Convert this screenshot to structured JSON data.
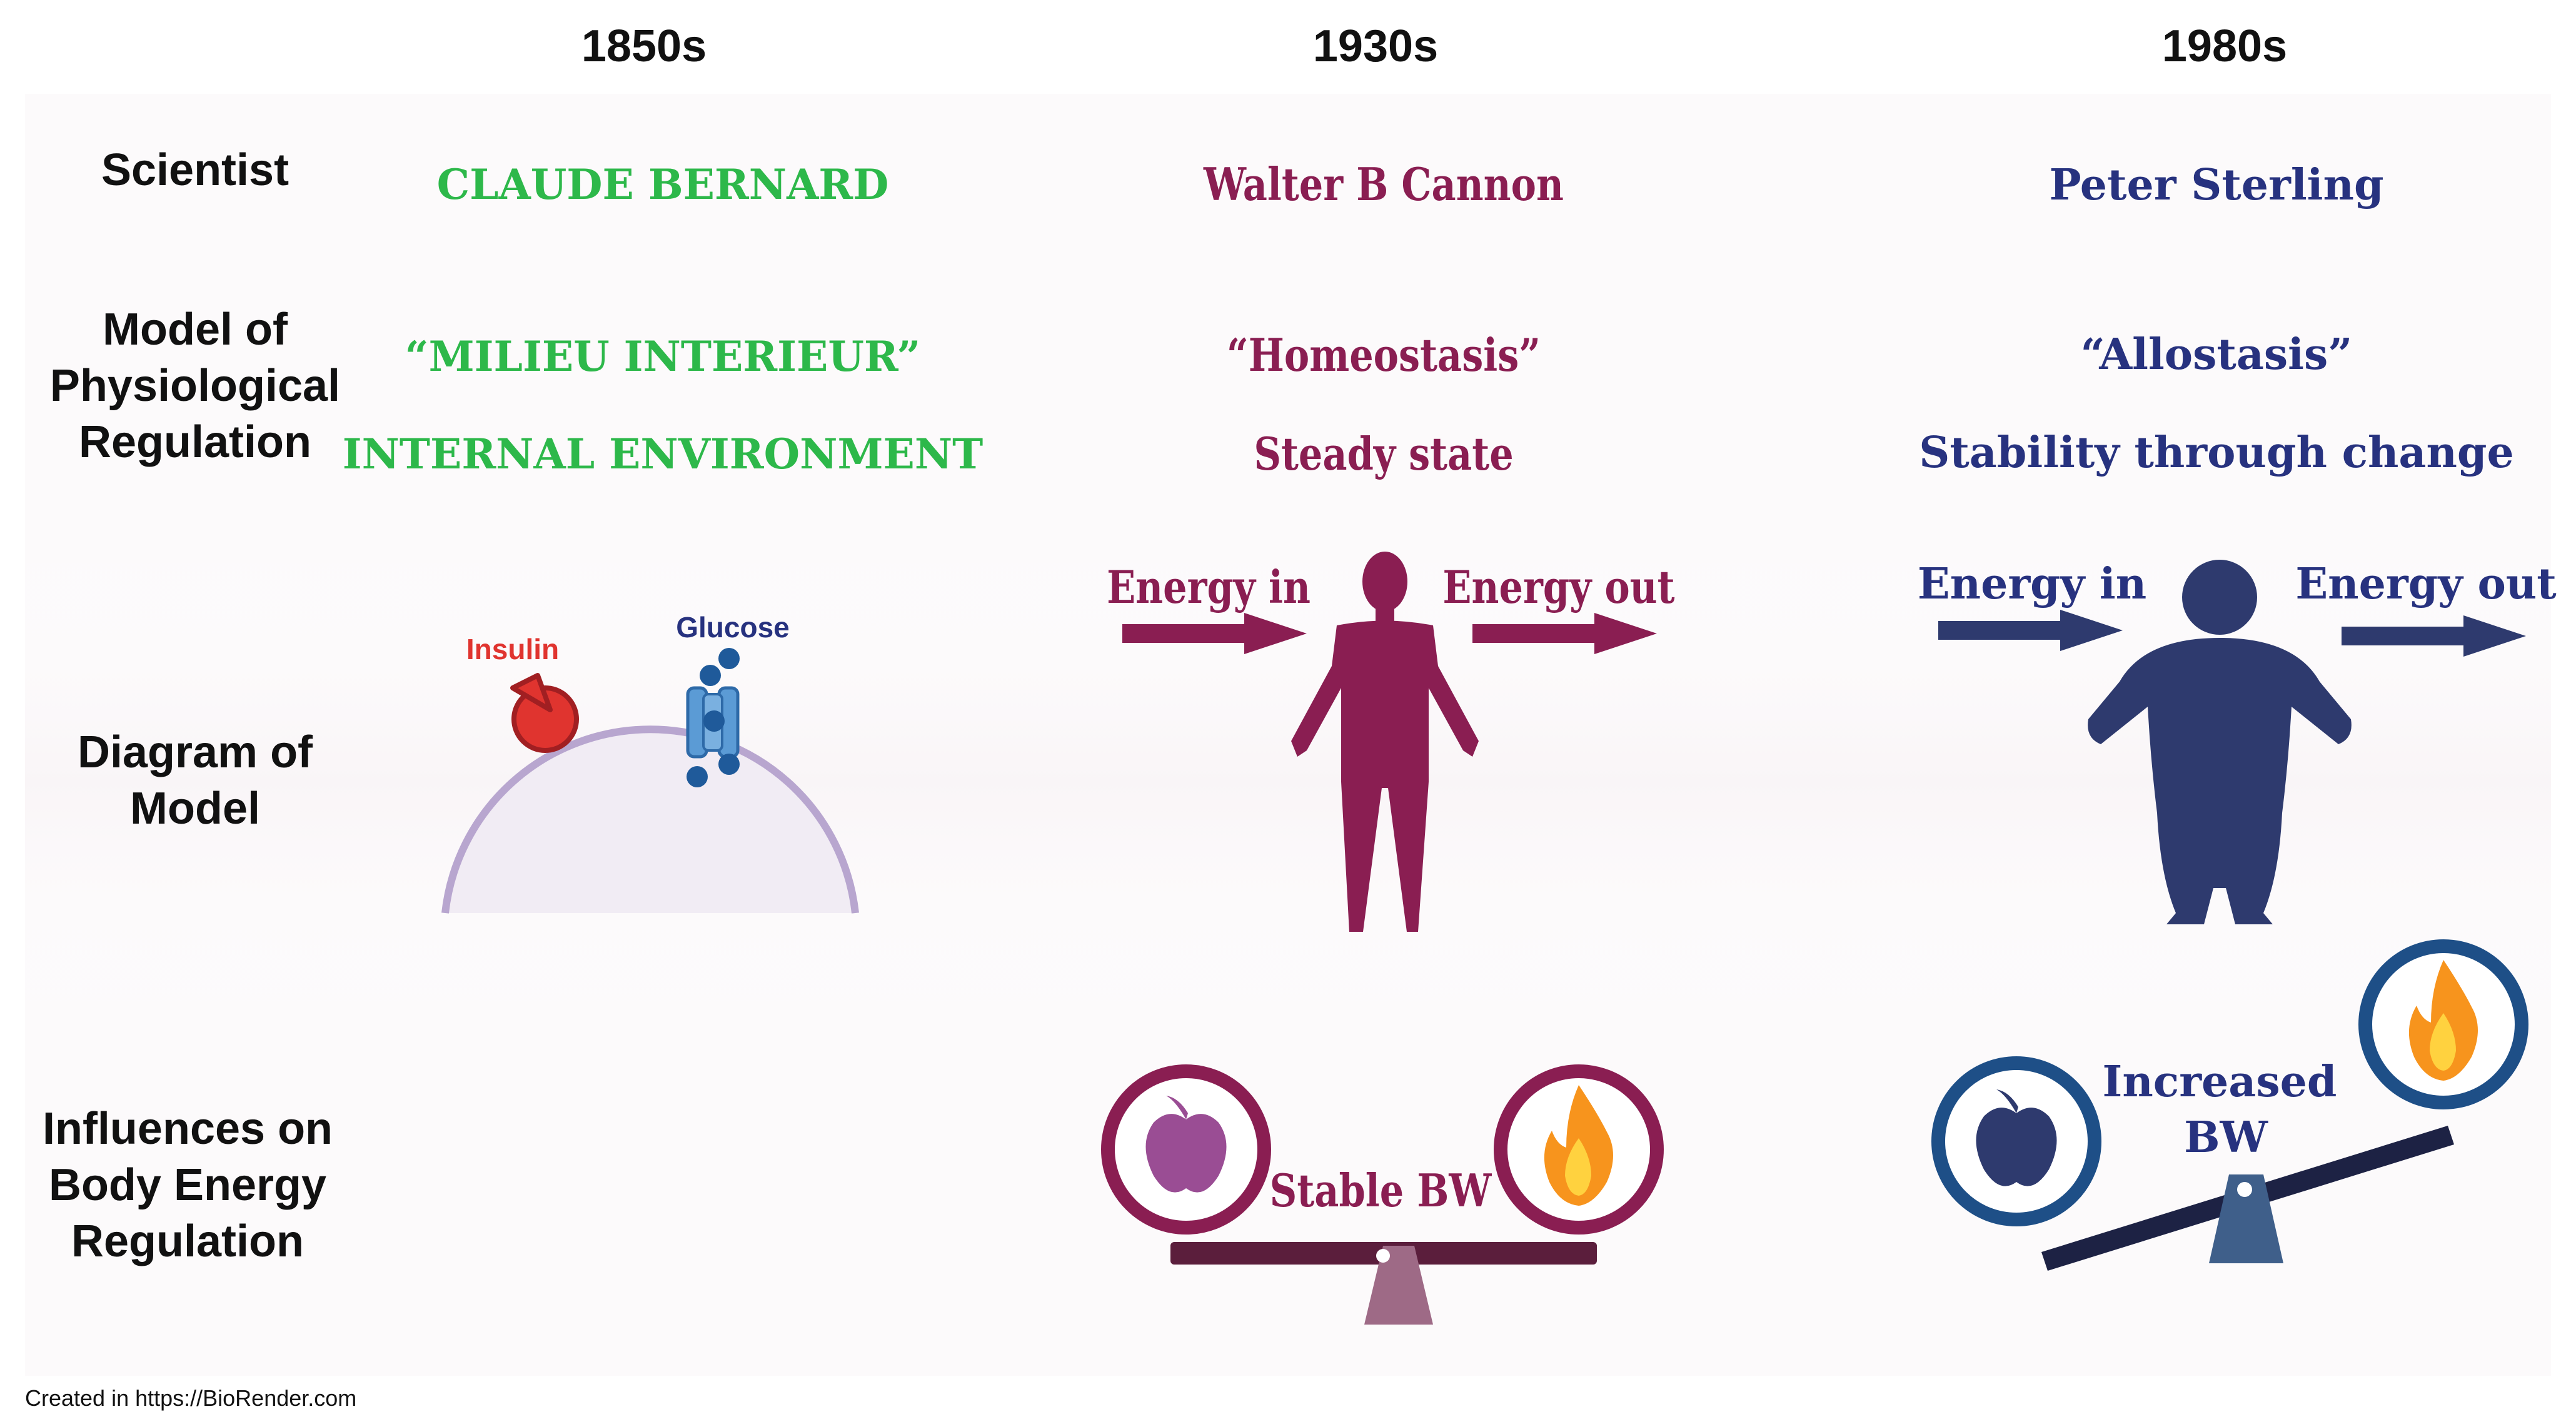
{
  "eras": [
    "1850s",
    "1930s",
    "1980s"
  ],
  "rows": {
    "scientist": "Scientist",
    "model": "Model of Physiological Regulation",
    "diagram": "Diagram of Model",
    "influences": "Influences on Body Energy Regulation"
  },
  "bernard": {
    "name": "CLAUDE BERNARD",
    "model": "“MILIEU INTERIEUR”",
    "subtitle": "INTERNAL ENVIRONMENT",
    "insulin": "Insulin",
    "glucose": "Glucose"
  },
  "cannon": {
    "name": "Walter B Cannon",
    "model": "“Homeostasis”",
    "subtitle": "Steady state",
    "energy_in": "Energy in",
    "energy_out": "Energy out",
    "balance": "Stable BW"
  },
  "sterling": {
    "name": "Peter Sterling",
    "model": "“Allostasis”",
    "subtitle": "Stability through change",
    "energy_in": "Energy in",
    "energy_out": "Energy out",
    "balance_line1": "Increased",
    "balance_line2": "BW"
  },
  "credit": "Created in  https://BioRender.com",
  "colors": {
    "bernard": "#2db84a",
    "cannon": "#8a1e52",
    "sterling": "#27327f",
    "insulin": "#e0342f",
    "glucose": "#1f5a9a",
    "flame": "#f7941d"
  }
}
